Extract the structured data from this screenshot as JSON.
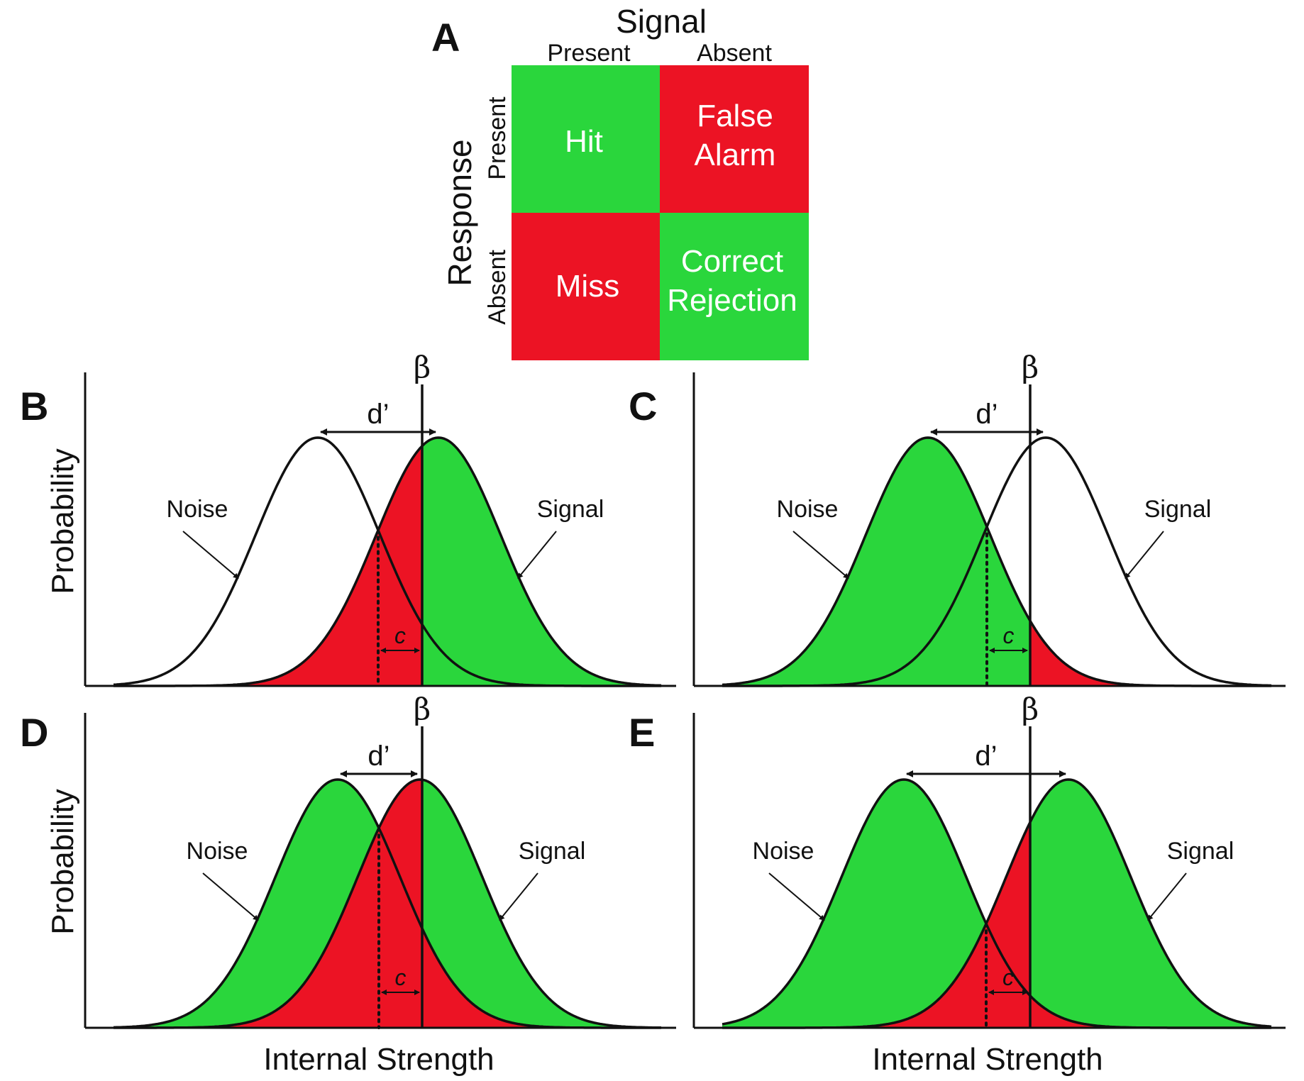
{
  "matrix": {
    "letter": "A",
    "signal_title": "Signal",
    "response_title": "Response",
    "col_present": "Present",
    "col_absent": "Absent",
    "row_present": "Present",
    "row_absent": "Absent",
    "cells": {
      "hit": [
        "Hit"
      ],
      "false_alarm": [
        "False",
        "Alarm"
      ],
      "miss": [
        "Miss"
      ],
      "correct_rejection": [
        "Correct",
        "Rejection"
      ]
    }
  },
  "labels": {
    "ylabel": "Probability",
    "xlabel": "Internal Strength",
    "noise": "Noise",
    "signal": "Signal",
    "dprime": "d’",
    "beta": "β",
    "c": "c"
  },
  "colors": {
    "green": "#2ad63c",
    "red": "#ec1324",
    "line": "#111111"
  },
  "panels": [
    {
      "id": "B",
      "fills": {
        "noise_left_of_beta": "none",
        "noise_right_of_beta": "none",
        "signal_left_of_beta": "red",
        "signal_right_of_beta": "green"
      }
    },
    {
      "id": "C",
      "fills": {
        "noise_left_of_beta": "green",
        "noise_right_of_beta": "red",
        "signal_left_of_beta": "none",
        "signal_right_of_beta": "none"
      }
    },
    {
      "id": "D",
      "fills": {
        "noise_left_of_beta": "green",
        "noise_right_of_beta": "red",
        "signal_left_of_beta": "red",
        "signal_right_of_beta": "green"
      }
    },
    {
      "id": "E",
      "fills": {
        "noise_left_of_beta": "green",
        "noise_right_of_beta": "red",
        "signal_left_of_beta": "red",
        "signal_right_of_beta": "green"
      }
    }
  ]
}
